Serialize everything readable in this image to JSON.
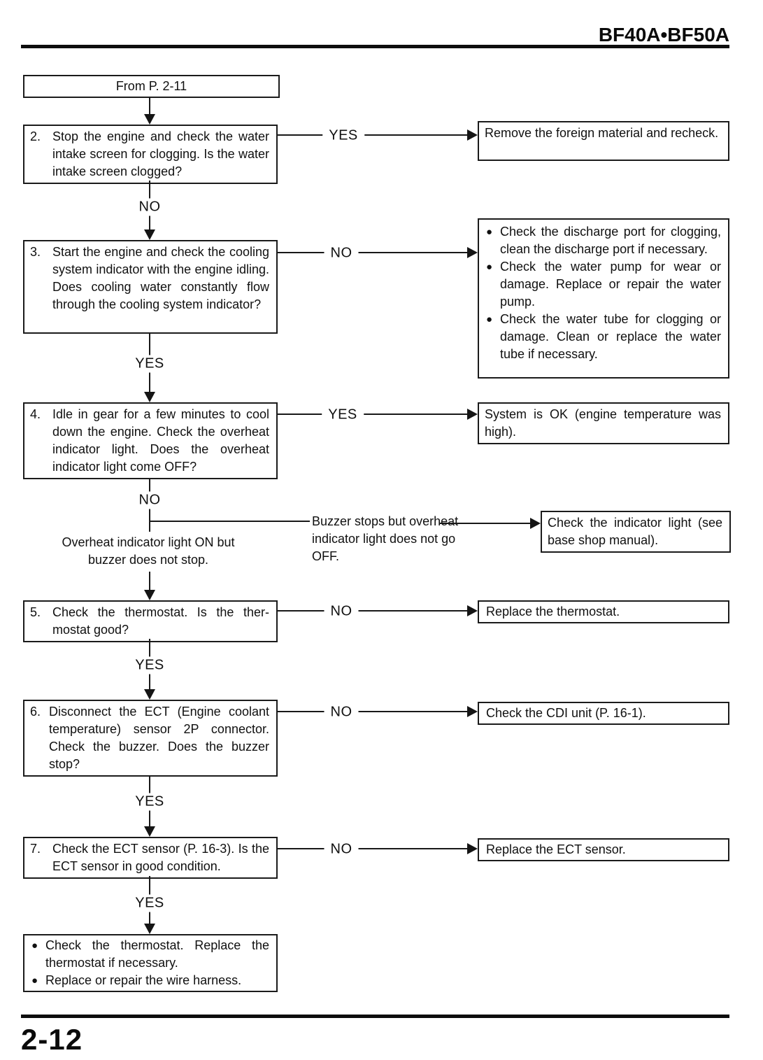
{
  "header": {
    "model_code": "BF40A•BF50A"
  },
  "footer": {
    "page_number": "2-12"
  },
  "flow": {
    "start_label": "From P. 2-11",
    "steps": {
      "s2": {
        "num": "2.",
        "text": "Stop the engine and check the water intake screen for clogging. Is the water intake screen clogged?",
        "side_label": "YES",
        "down_label": "NO"
      },
      "s3": {
        "num": "3.",
        "text": "Start the engine and check the cooling system indicator with the engine idling. Does cooling water constantly flow through the cooling system indicator?",
        "side_label": "NO",
        "down_label": "YES"
      },
      "s4": {
        "num": "4.",
        "text": "Idle in gear for a few minutes to cool down the engine. Check the overheat indicator light. Does the overheat indicator light come OFF?",
        "side_label": "YES",
        "down_label": "NO"
      },
      "s5": {
        "num": "5.",
        "text": "Check the thermostat. Is the ther­mostat good?",
        "side_label": "NO",
        "down_label": "YES"
      },
      "s6": {
        "num": "6.",
        "text": "Disconnect the ECT (Engine coolant temperature) sensor 2P connector. Check the buzzer. Does the buzzer stop?",
        "side_label": "NO",
        "down_label": "YES"
      },
      "s7": {
        "num": "7.",
        "text": "Check the ECT sensor (P. 16-3). Is the ECT sensor in good condition.",
        "side_label": "NO",
        "down_label": "YES"
      }
    },
    "results": {
      "r2": "Remove the foreign material and recheck.",
      "r3_items": [
        "Check the discharge port for clog­ging, clean the discharge port if necessary.",
        "Check the water pump for wear or damage. Replace or repair the water pump.",
        "Check the water tube for clogging or damage. Clean or replace the water tube if necessary."
      ],
      "r4": "System is OK (engine temperature was high).",
      "r5": "Replace the thermostat.",
      "r6": "Check the CDI unit (P. 16-1).",
      "r7": "Replace the ECT sensor."
    },
    "branch": {
      "left_text": "Overheat indicator light ON but buzzer does not stop.",
      "right_text": "Buzzer stops but overheat indicator light does not go OFF.",
      "result": "Check the indicator light (see base shop manual)."
    },
    "final_items": [
      "Check the thermostat. Replace the thermostat if necessary.",
      "Replace or repair the wire harness."
    ]
  }
}
